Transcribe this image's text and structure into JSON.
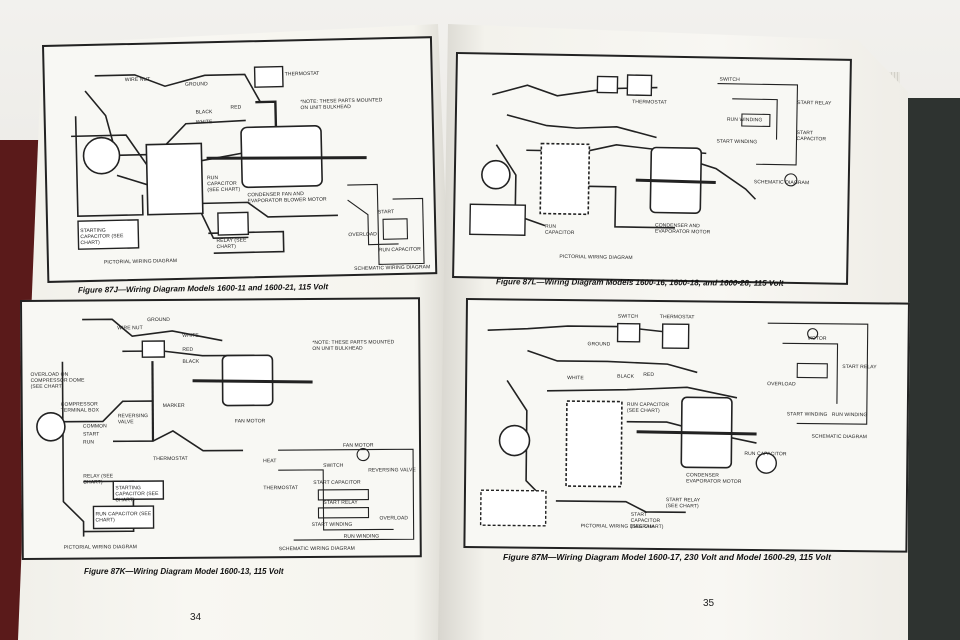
{
  "left_page": {
    "page_number": "34",
    "figure_top": {
      "caption": "Figure 87J—Wiring Diagram Models 1600-11 and 1600-21, 115 Volt",
      "labels": {
        "wire_nut": "WIRE NUT",
        "ground": "GROUND",
        "black": "BLACK",
        "red": "RED",
        "white": "WHITE",
        "thermostat": "THERMOSTAT",
        "note": "*NOTE: THESE PARTS MOUNTED ON UNIT BULKHEAD",
        "run_capacitor": "RUN CAPACITOR (SEE CHART)",
        "motor": "CONDENSER FAN AND EVAPORATOR BLOWER MOTOR",
        "starting_capacitor": "STARTING CAPACITOR (SEE CHART)",
        "relay": "RELAY (SEE CHART)",
        "pictorial": "PICTORIAL WIRING DIAGRAM",
        "schematic": "SCHEMATIC WIRING DIAGRAM",
        "overload": "OVERLOAD",
        "run_cap": "RUN CAPACITOR",
        "start_cap": "START"
      }
    },
    "figure_bottom": {
      "caption": "Figure 87K—Wiring Diagram Model 1600-13, 115 Volt",
      "labels": {
        "wire_nut": "WIRE NUT",
        "ground": "GROUND",
        "white": "WHITE",
        "red": "RED",
        "black": "BLACK",
        "note": "*NOTE: THESE PARTS MOUNTED ON UNIT BULKHEAD",
        "overload": "OVERLOAD ON COMPRESSOR DOME (SEE CHART)",
        "compressor": "COMPRESSOR TERMINAL BOX",
        "common": "COMMON",
        "start": "START",
        "run": "RUN",
        "marker": "MARKER",
        "reversing_valve": "REVERSING VALVE",
        "fan_motor": "FAN MOTOR",
        "thermostat": "THERMOSTAT",
        "relay": "RELAY (SEE CHART)",
        "starting_capacitor": "STARTING CAPACITOR (SEE CHART)",
        "run_capacitor": "RUN CAPACITOR (SEE CHART)",
        "pictorial": "PICTORIAL WIRING DIAGRAM",
        "schematic": "SCHEMATIC WIRING DIAGRAM",
        "heat": "HEAT",
        "switch": "SWITCH",
        "reversing_valve_s": "REVERSING VALVE",
        "start_capacitor": "START CAPACITOR",
        "start_relay": "START RELAY",
        "start_winding": "START WINDING",
        "run_winding": "RUN WINDING",
        "overload_s": "OVERLOAD",
        "fan_motor_s": "FAN MOTOR"
      }
    }
  },
  "right_page": {
    "page_number": "35",
    "figure_top": {
      "caption": "Figure 87L—Wiring Diagram Models 1600-16, 1600-18, and 1600-28; 115 Volt",
      "labels": {
        "schematic": "SCHEMATIC DIAGRAM",
        "pictorial": "PICTORIAL WIRING DIAGRAM",
        "run_capacitor": "RUN CAPACITOR",
        "motor": "CONDENSER AND EVAPORATOR MOTOR",
        "start_capacitor": "START CAPACITOR",
        "start_winding": "START WINDING",
        "run_winding": "RUN WINDING",
        "relay": "START RELAY",
        "switch": "SWITCH",
        "thermostat": "THERMOSTAT"
      }
    },
    "figure_bottom": {
      "caption": "Figure 87M—Wiring Diagram Model 1600-17, 230 Volt and Model 1600-29, 115 Volt",
      "labels": {
        "switch": "SWITCH",
        "thermostat": "THERMOSTAT",
        "ground": "GROUND",
        "white": "WHITE",
        "black": "BLACK",
        "red": "RED",
        "run_capacitor": "RUN CAPACITOR (SEE CHART)",
        "motor": "CONDENSER EVAPORATOR MOTOR",
        "run_cap": "RUN CAPACITOR",
        "pictorial": "PICTORIAL WIRING DIAGRAM",
        "schematic": "SCHEMATIC DIAGRAM",
        "motor_s": "MOTOR",
        "start_relay": "START RELAY",
        "overload": "OVERLOAD",
        "start_winding": "START WINDING",
        "run_winding": "RUN WINDING",
        "start_relay_chart": "START RELAY (SEE CHART)",
        "start_cap_chart": "START CAPACITOR (SEE CHART)"
      }
    }
  }
}
